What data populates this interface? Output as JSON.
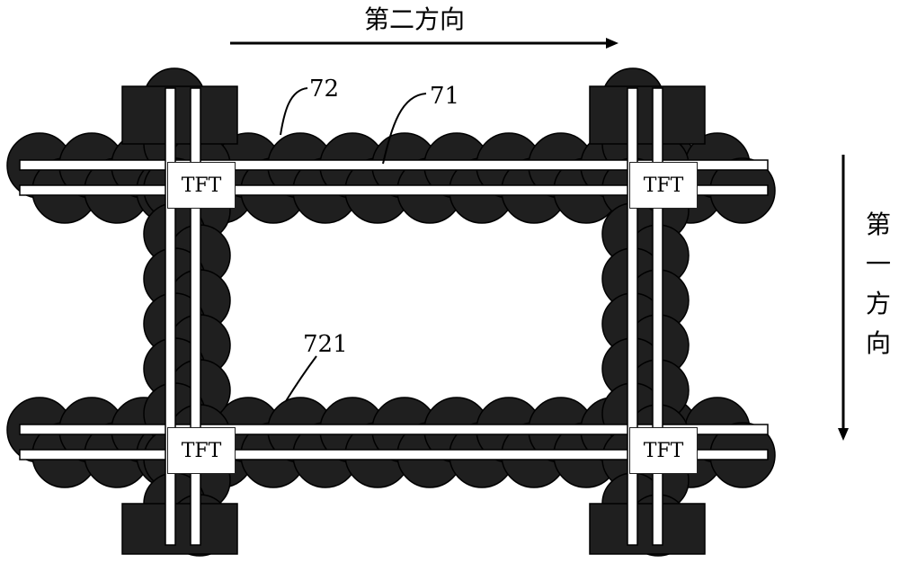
{
  "directions": {
    "second": "第二方向",
    "first": "第一方向"
  },
  "refs": {
    "r72": "72",
    "r71": "71",
    "r721": "721"
  },
  "tft_label": "TFT",
  "colors": {
    "blob": "#1f1f1f",
    "line": "#ffffff",
    "stroke": "#000000"
  }
}
